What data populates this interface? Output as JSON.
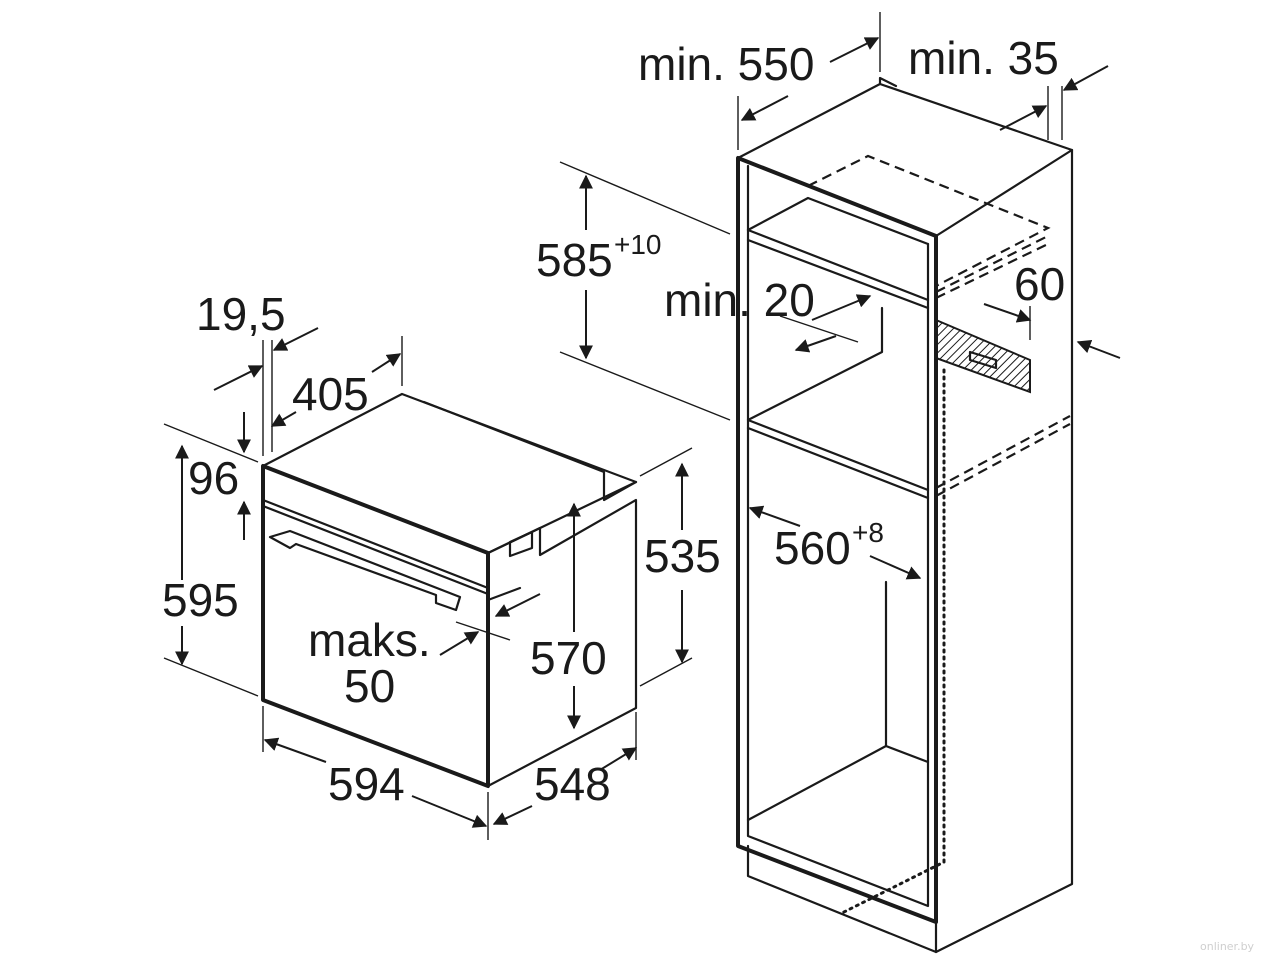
{
  "dimensions": {
    "oven_width": "594",
    "oven_depth": "548",
    "oven_height": "595",
    "oven_inner_height": "570",
    "oven_side_height": "535",
    "door_offset": "19,5",
    "top_depth": "405",
    "panel_height": "96",
    "max_label": "maks.",
    "max_value": "50",
    "cab_min_depth": "min. 550",
    "cab_min_gap": "min. 35",
    "niche_height": "585",
    "niche_height_tol": "+10",
    "vent_min": "min. 20",
    "vent_depth": "60",
    "niche_width": "560",
    "niche_width_tol": "+8"
  },
  "watermark": "onliner.by"
}
